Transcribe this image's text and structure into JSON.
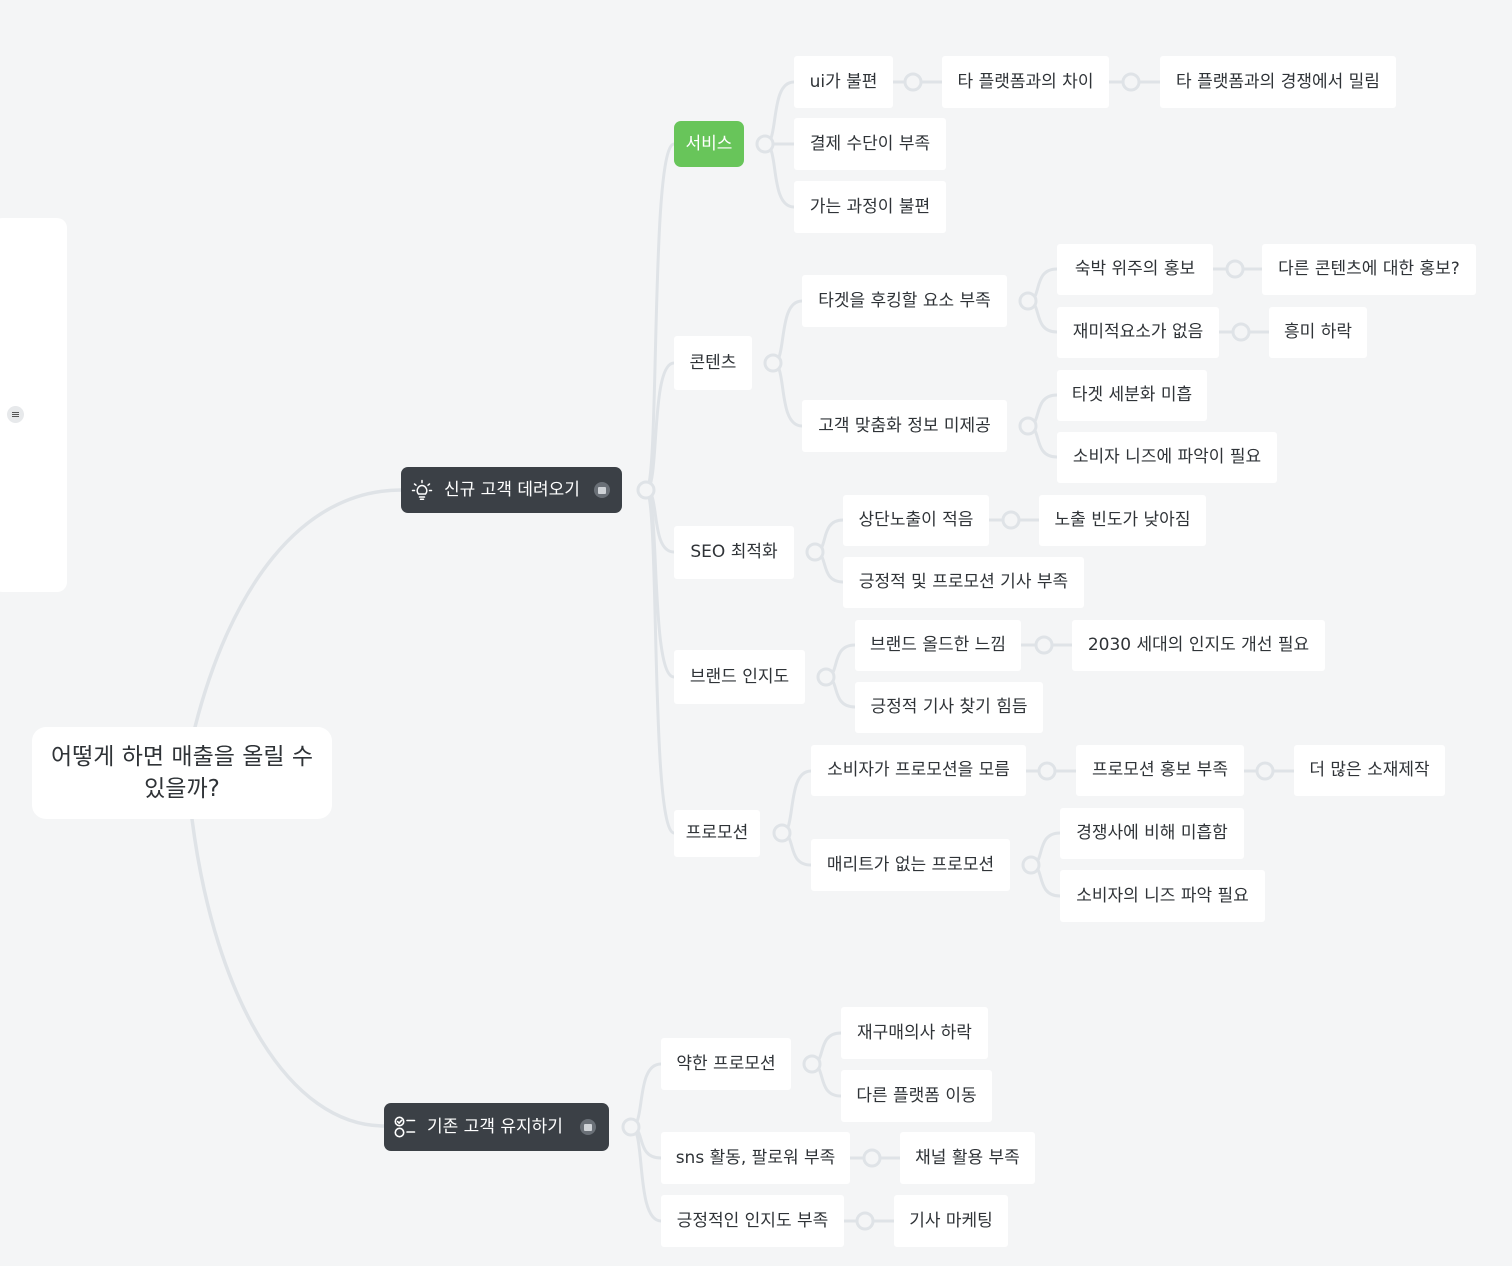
{
  "mindmap": {
    "root": "어떻게 하면 매출을 올릴 수 있을까?",
    "colors": {
      "line": "#dfe3e7",
      "dark_topic": "#3b4046",
      "highlight": "#68c55a"
    },
    "topics": [
      {
        "label": "신규 고객 데려오기",
        "icon": "lightbulb-icon",
        "has_note": true,
        "children": [
          {
            "label": "서비스",
            "highlighted": true,
            "children": [
              {
                "label": "ui가 불편",
                "children": [
                  {
                    "label": "타 플랫폼과의 차이",
                    "children": [
                      {
                        "label": "타 플랫폼과의 경쟁에서 밀림"
                      }
                    ]
                  }
                ]
              },
              {
                "label": "결제 수단이 부족"
              },
              {
                "label": "가는 과정이 불편"
              }
            ]
          },
          {
            "label": "콘텐츠",
            "children": [
              {
                "label": "타겟을 후킹할 요소 부족",
                "children": [
                  {
                    "label": "숙박 위주의  홍보",
                    "children": [
                      {
                        "label": "다른 콘텐츠에 대한 홍보?"
                      }
                    ]
                  },
                  {
                    "label": "재미적요소가 없음",
                    "children": [
                      {
                        "label": "흥미 하락"
                      }
                    ]
                  }
                ]
              },
              {
                "label": "고객 맞춤화 정보 미제공",
                "children": [
                  {
                    "label": "타겟 세분화 미흡"
                  },
                  {
                    "label": "소비자 니즈에 파악이 필요"
                  }
                ]
              }
            ]
          },
          {
            "label": "SEO 최적화",
            "children": [
              {
                "label": "상단노출이 적음",
                "children": [
                  {
                    "label": "노출 빈도가 낮아짐"
                  }
                ]
              },
              {
                "label": "긍정적 및 프로모션 기사 부족"
              }
            ]
          },
          {
            "label": "브랜드 인지도",
            "children": [
              {
                "label": "브랜드 올드한 느낌",
                "children": [
                  {
                    "label": "2030 세대의 인지도 개선 필요"
                  }
                ]
              },
              {
                "label": "긍정적 기사 찾기 힘듬"
              }
            ]
          },
          {
            "label": "프로모션",
            "children": [
              {
                "label": "소비자가 프로모션을 모름",
                "children": [
                  {
                    "label": "프로모션 홍보 부족",
                    "children": [
                      {
                        "label": "더 많은 소재제작"
                      }
                    ]
                  }
                ]
              },
              {
                "label": "매리트가 없는 프로모션",
                "children": [
                  {
                    "label": "경쟁사에 비해 미흡함"
                  },
                  {
                    "label": "소비자의 니즈 파악 필요"
                  }
                ]
              }
            ]
          }
        ]
      },
      {
        "label": "기존 고객 유지하기",
        "icon": "checklist-icon",
        "has_note": true,
        "children": [
          {
            "label": "약한 프로모션",
            "children": [
              {
                "label": "재구매의사 하락"
              },
              {
                "label": "다른 플랫폼 이동"
              }
            ]
          },
          {
            "label": "sns 활동, 팔로워 부족",
            "children": [
              {
                "label": "채널 활용 부족"
              }
            ]
          },
          {
            "label": "긍정적인 인지도 부족",
            "children": [
              {
                "label": "기사 마케팅"
              }
            ]
          }
        ]
      }
    ]
  }
}
